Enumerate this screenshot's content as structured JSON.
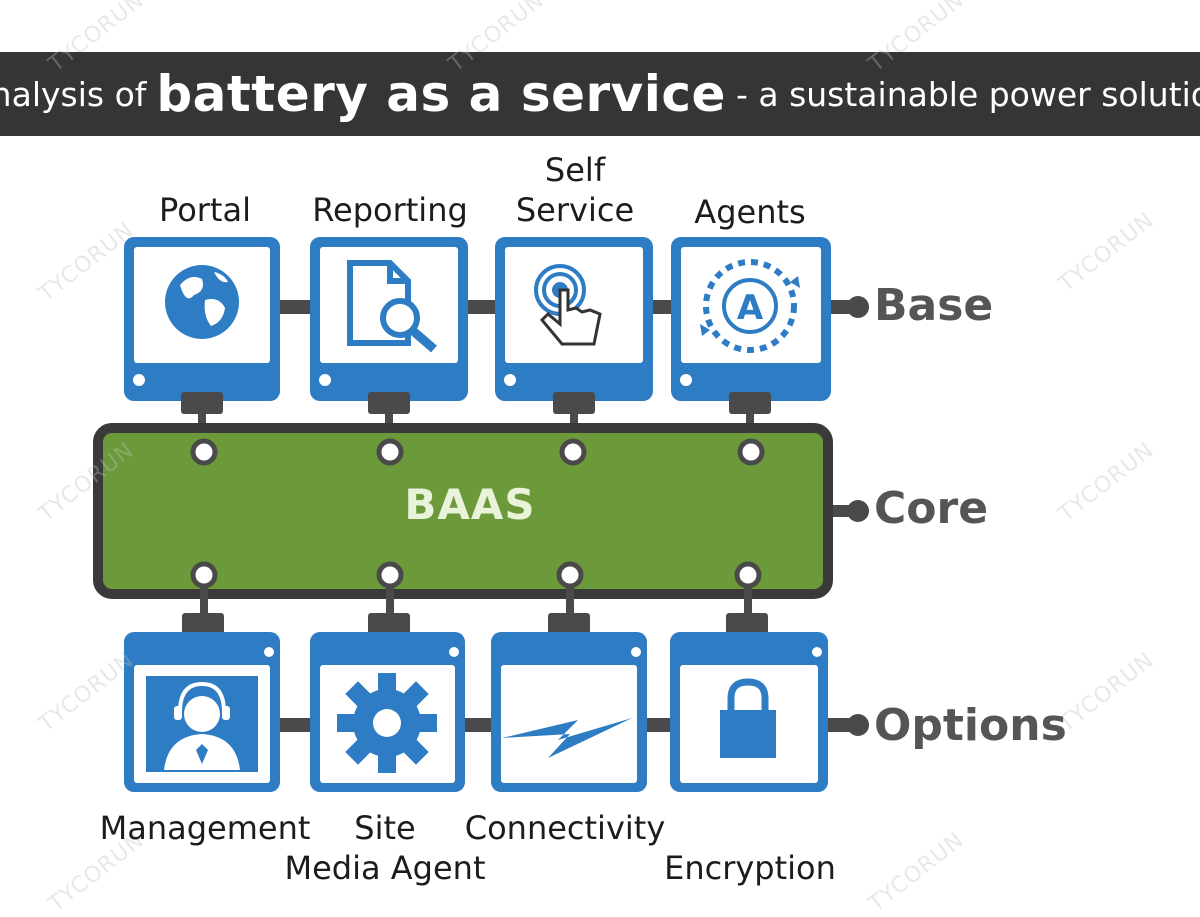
{
  "title": {
    "prefix": "Analysis of",
    "highlight": "battery as a service",
    "suffix": "- a sustainable power solution"
  },
  "watermark": "TYCORUN",
  "core_label": "BAAS",
  "tiers": {
    "base": "Base",
    "core": "Core",
    "options": "Options"
  },
  "base_modules": [
    {
      "label": "Portal",
      "icon": "globe-icon"
    },
    {
      "label": "Reporting",
      "icon": "document-search-icon"
    },
    {
      "label_line1": "Self",
      "label_line2": "Service",
      "icon": "touch-icon"
    },
    {
      "label": "Agents",
      "icon": "agent-cycle-icon"
    }
  ],
  "option_modules": [
    {
      "label": "Management",
      "icon": "headset-user-icon"
    },
    {
      "label_line1": "Site",
      "label_line2": "Media Agent",
      "icon": "gear-icon"
    },
    {
      "label": "Connectivity",
      "icon": "lightning-icon"
    },
    {
      "label": "Encryption",
      "icon": "lock-icon"
    }
  ],
  "colors": {
    "banner": "#353535",
    "module_blue": "#2d7cc4",
    "core_green": "#6c9a3a",
    "core_border": "#3a3a3a",
    "connector": "#4a4a4a"
  }
}
